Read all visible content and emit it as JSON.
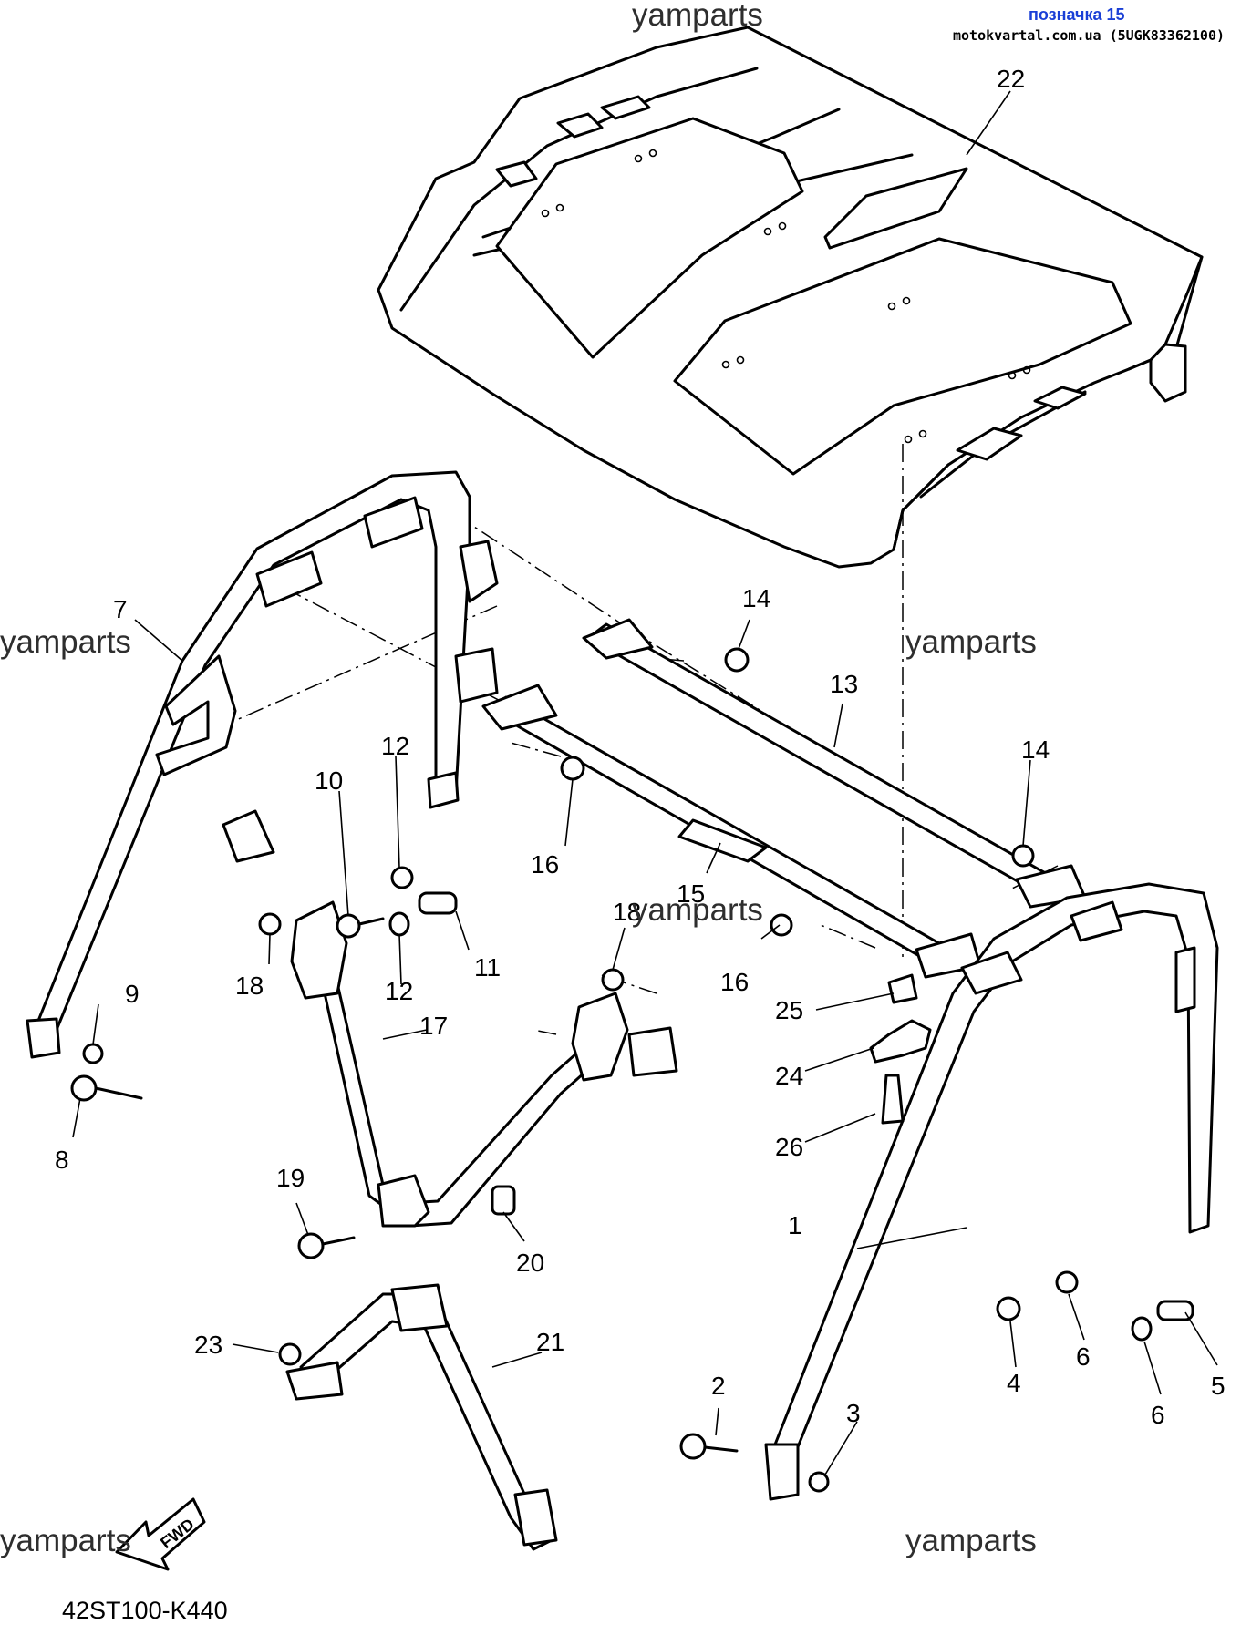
{
  "header": {
    "marker": "позначка 15",
    "source": "motokvartal.com.ua (5UGK83362100)"
  },
  "watermarks": [
    "yamparts",
    "yamparts",
    "yamparts",
    "yamparts",
    "yamparts",
    "yamparts"
  ],
  "diagram_code": "42ST100-K440",
  "fwd_label": "FWD",
  "callouts": [
    "1",
    "2",
    "3",
    "4",
    "5",
    "6",
    "6",
    "7",
    "8",
    "9",
    "10",
    "11",
    "12",
    "12",
    "13",
    "14",
    "14",
    "15",
    "16",
    "16",
    "17",
    "18",
    "18",
    "19",
    "20",
    "21",
    "22",
    "23",
    "24",
    "25",
    "26"
  ]
}
